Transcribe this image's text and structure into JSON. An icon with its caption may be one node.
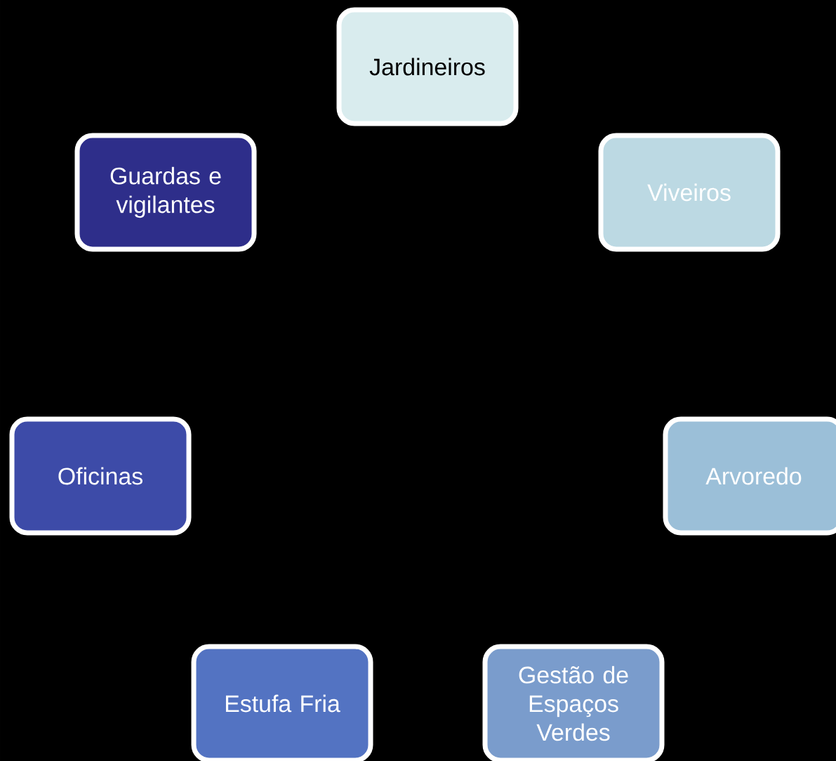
{
  "diagram": {
    "nodes": [
      {
        "text": [
          "Jardineiros"
        ]
      },
      {
        "text": [
          "Viveiros"
        ]
      },
      {
        "text": [
          "Arvoredo"
        ]
      },
      {
        "text": [
          "Gestão de Espaços Verdes"
        ]
      },
      {
        "text": [
          "Estufa Fria"
        ]
      },
      {
        "text": [
          "Oficinas"
        ]
      },
      {
        "text": [
          "Guardas e vigilantes"
        ]
      }
    ]
  }
}
